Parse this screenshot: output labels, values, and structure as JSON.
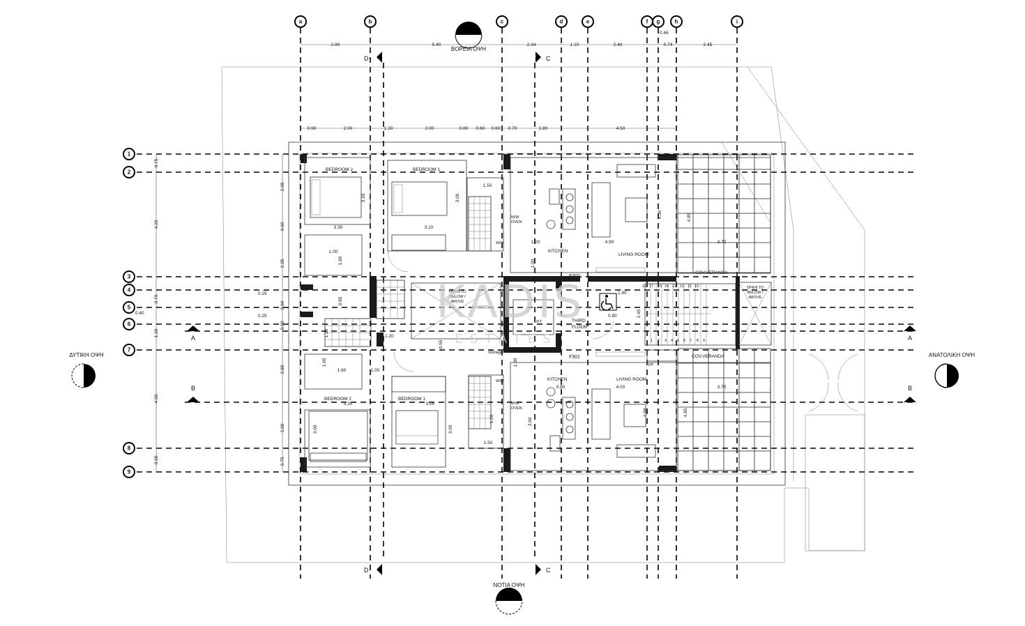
{
  "axes_letters": [
    "a",
    "b",
    "c",
    "d",
    "e",
    "f",
    "g",
    "h",
    "i"
  ],
  "axes_numbers": [
    "1",
    "2",
    "3",
    "4",
    "5",
    "6",
    "7",
    "8",
    "9"
  ],
  "elevations": {
    "north": "ΒΟΡΕΙΑ ΟΨΗ",
    "south": "ΝΟΤΙΑ ΟΨΗ",
    "west": "ΔΥΤΙΚΗ ΟΨΗ",
    "east": "ΑΝΑΤΟΛΙΚΗ ΟΨΗ"
  },
  "section_markers": {
    "a": "A",
    "b": "B",
    "c": "C",
    "d": "D"
  },
  "top_dimensions": [
    "2.80",
    "5.40",
    "2.34",
    "1.10",
    "2.40",
    "0.74",
    "2.45"
  ],
  "top_dimension_g": "0.46",
  "inner_top_dimensions": [
    "0.90",
    "2.00",
    "1.30",
    "2.00",
    "0.80",
    "0.60",
    "0.60",
    "0.70",
    "1.80",
    "4.50"
  ],
  "left_dimensions_outer": [
    "0.75",
    "4.20",
    "0.25",
    "0.70",
    "0.40",
    "1.30",
    "4.00",
    "0.95"
  ],
  "left_dimensions_inner": [
    "2.65",
    "0.60",
    "2.25",
    "0.25",
    "0.60",
    "0.25",
    "0.60",
    "2.85",
    "2.00",
    "0.75"
  ],
  "rooms": {
    "upper_bedroom2": "BEDROOM 2",
    "upper_bedroom1": "BEDROOM 1",
    "upper_kitchen": "KITCHEN",
    "upper_living": "LIVING ROOM",
    "upper_veranda": "COV.VERANDA",
    "lower_bedroom2": "BEDROOM 2",
    "lower_bedroom1": "BEDROOM 1",
    "lower_kitchen": "KITCHEN",
    "lower_living": "LIVING ROOM",
    "lower_veranda": "COV.VERANDA",
    "storage": "storage",
    "third_floor_1": "THIRD",
    "third_floor_2": "FLOOR",
    "flat_upper": "F302",
    "flat_lower": "F301",
    "open_to_below_1": "OPEN TO",
    "open_to_below_2": "BELOW /",
    "open_to_below_3": "ABOVE",
    "mw_oven_1": "M/W",
    "mw_oven_2": "OVEN",
    "wm": "W/M",
    "fp": "FP",
    "lift": "LIFT"
  },
  "room_dims": {
    "ub2_w": "3.30",
    "ub2_h": "3.10",
    "ub1_w": "3.10",
    "ub1_h": "3.00",
    "ubath_w": "1.50",
    "uwc_w": "1.00",
    "uwc_h": "1.80",
    "ukitchen_w": "1.00",
    "ukitchen_h": "1.00",
    "uliving_w": "4.90",
    "uliving_h": "4.30",
    "uveranda_w": "3.70",
    "uveranda_h": "4.85",
    "stairs_w": "1.90",
    "stairs_h": "0.90",
    "stairs_d": "2.45",
    "corr_w": "1.20",
    "corr_h": "1.20",
    "corr_d": "0.85",
    "storage_w": "0.55",
    "lwc_w": "1.60",
    "lwc_d": "1.00",
    "lwc_h": "1.00",
    "lb2_w": "3.30",
    "lb2_h": "3.00",
    "lb1_w": "3.00",
    "lb1_h": "3.00",
    "lbath_w": "1.50",
    "lbath_h": "1.50",
    "lkitchen_w": "0.80",
    "lkitchen_h": "3.60",
    "lliving_w": "4.00",
    "lliving_h": "4.30",
    "lveranda_w": "3.75",
    "lveranda_h": "4.85",
    "lk_d": "1.00"
  },
  "stair_numbers_top": [
    "16",
    "17",
    "15",
    "14",
    "13",
    "12",
    "11",
    "10"
  ],
  "stair_numbers_bottom": [
    "1",
    "2",
    "3",
    "4",
    "5",
    "6",
    "7",
    "8",
    "9"
  ],
  "watermark": {
    "main": "KADIS",
    "sub": "ESTATES"
  }
}
